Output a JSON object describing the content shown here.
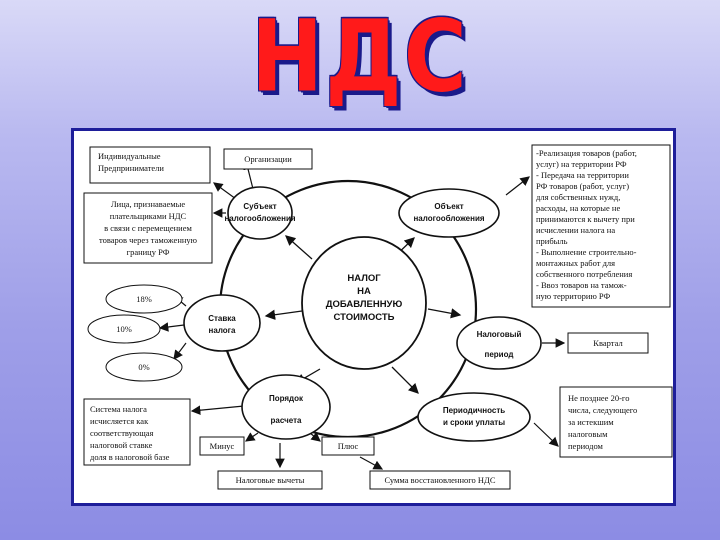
{
  "title": "НДС",
  "center": [
    "НАЛОГ",
    "НА",
    "ДОБАВЛЕННУЮ",
    "СТОИМОСТЬ"
  ],
  "subject": [
    "Субъект",
    "налогообложения"
  ],
  "object": [
    "Объект",
    "налогообложения"
  ],
  "rate": [
    "Ставка",
    "налога"
  ],
  "period": [
    "Налоговый",
    "период"
  ],
  "order": [
    "Порядок",
    "расчета"
  ],
  "term": [
    "Периодичность",
    "и сроки уплаты"
  ],
  "individuals": [
    "Индивидуальные",
    "Предприниматели"
  ],
  "organizations": "Организации",
  "persons": [
    "Лица, признаваемые",
    "плательщиками НДС",
    "в связи с перемещением",
    "товаров через таможенную",
    "границу РФ"
  ],
  "objects_list": [
    "-Реализация товаров (работ,",
    "услуг) на территории РФ",
    "- Передача на территории",
    "РФ товаров (работ, услуг)",
    "для собственных нужд,",
    "расходы, на которые не",
    "принимаются к вычету при",
    "исчислении налога на",
    "прибыль",
    "- Выполнение строительно-",
    "монтажных работ для",
    "собственного потребления",
    "- Ввоз товаров на тамож-",
    "ную территорию РФ"
  ],
  "rates": [
    "18%",
    "10%",
    "0%"
  ],
  "quarter": "Квартал",
  "deadline": [
    "Не позднее 20-го",
    "числа, следующего",
    "за истекшим",
    "налоговым",
    "периодом"
  ],
  "system": [
    "Система налога",
    "исчисляется как",
    "соответствующая",
    "налоговой ставке",
    "доля в налоговой базе"
  ],
  "minus": "Минус",
  "plus": "Плюс",
  "deductions": "Налоговые вычеты",
  "restored": "Сумма восстановленного НДС"
}
